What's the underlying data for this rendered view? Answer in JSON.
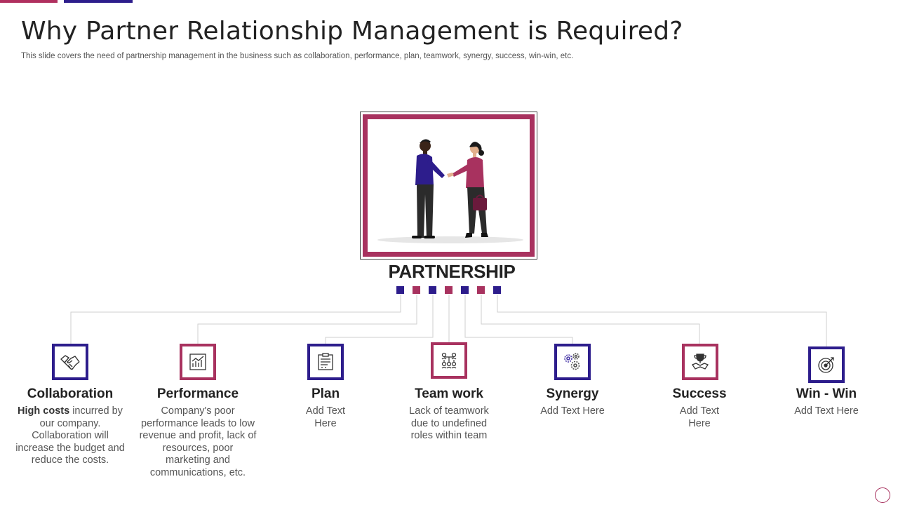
{
  "title": "Why Partner Relationship Management is Required?",
  "subtitle": "This slide covers the need of partnership management in the business such as collaboration, performance, plan, teamwork, synergy, success, win-win, etc.",
  "center_label": "PARTNERSHIP",
  "colors": {
    "navy": "#2d1d8c",
    "plum": "#a8325f",
    "line": "#cfcfcf"
  },
  "items": [
    {
      "title": "Collaboration",
      "desc_bold": "High costs",
      "desc_rest": " incurred by our company. Collaboration will increase the budget and reduce the costs.",
      "icon": "handshake-icon"
    },
    {
      "title": "Performance",
      "desc": "Company's poor performance leads to low revenue and profit, lack of resources, poor marketing and communications, etc.",
      "icon": "bar-chart-icon"
    },
    {
      "title": "Plan",
      "desc": "Add Text Here",
      "icon": "clipboard-icon"
    },
    {
      "title": "Team work",
      "desc": "Lack of teamwork due to undefined roles within team",
      "icon": "team-hierarchy-icon"
    },
    {
      "title": "Synergy",
      "desc": "Add Text Here",
      "icon": "gears-icon"
    },
    {
      "title": "Success",
      "desc": "Add Text Here",
      "icon": "trophy-handshake-icon"
    },
    {
      "title": "Win - Win",
      "desc": "Add Text Here",
      "icon": "target-icon"
    }
  ]
}
